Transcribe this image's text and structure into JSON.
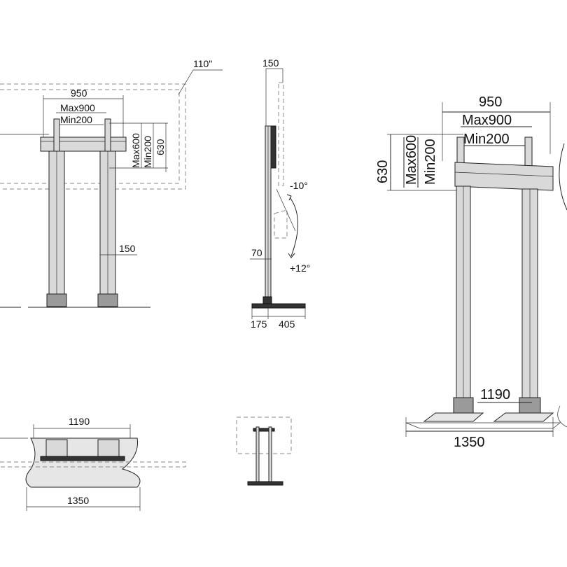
{
  "front_view": {
    "screen_size": "110\"",
    "width_950": "950",
    "max_900": "Max900",
    "min_200": "Min200",
    "max_600": "Max600",
    "min_200_v": "Min200",
    "height_630": "630",
    "post_150": "150"
  },
  "side_view": {
    "depth_150": "150",
    "tilt_minus": "-10°",
    "tilt_plus": "+12°",
    "dim_70": "70",
    "base_175": "175",
    "base_405": "405"
  },
  "top_view": {
    "width_1190": "1190",
    "width_1350": "1350"
  },
  "iso_view": {
    "width_950": "950",
    "max_900": "Max900",
    "min_200": "Min200",
    "height_630": "630",
    "max_600": "Max600",
    "min_200_v": "Min200",
    "width_1190": "1190",
    "width_1350": "1350"
  }
}
